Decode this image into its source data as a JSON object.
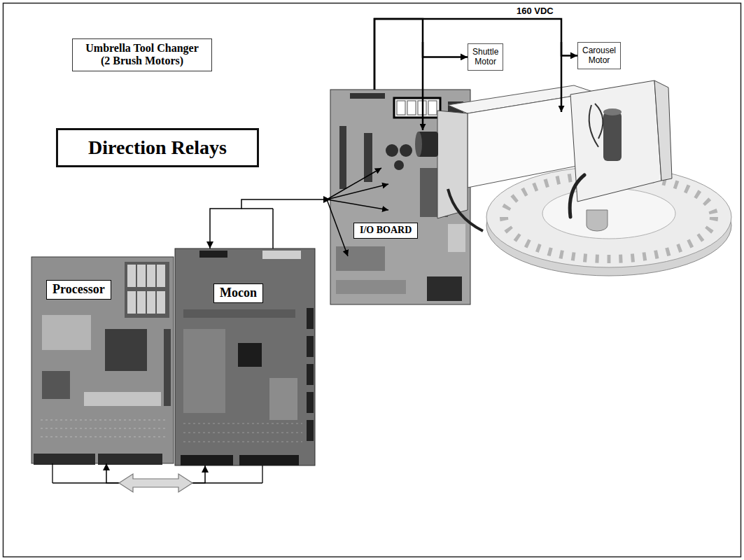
{
  "diagram": {
    "nodes": [
      {
        "text": [
          "Umbrella Tool Changer (2 Brush Motors)"
        ]
      },
      {
        "text": [
          "Shuttle Motor"
        ]
      },
      {
        "text": [
          "Carousel Motor"
        ]
      },
      {
        "text": [
          "Direction Relays"
        ]
      },
      {
        "text": [
          "I/O BOARD"
        ]
      },
      {
        "text": [
          "Processor"
        ]
      },
      {
        "text": [
          "Mocon"
        ]
      }
    ],
    "edges": [
      {
        "from": 4,
        "to": 1,
        "arrow": "to"
      },
      {
        "from": 4,
        "to": 2,
        "arrow": "to",
        "label": "160 VDC"
      },
      {
        "from": 6,
        "to": 4,
        "arrow": "both"
      },
      {
        "from": 5,
        "to": 6,
        "arrow": "both"
      }
    ]
  }
}
